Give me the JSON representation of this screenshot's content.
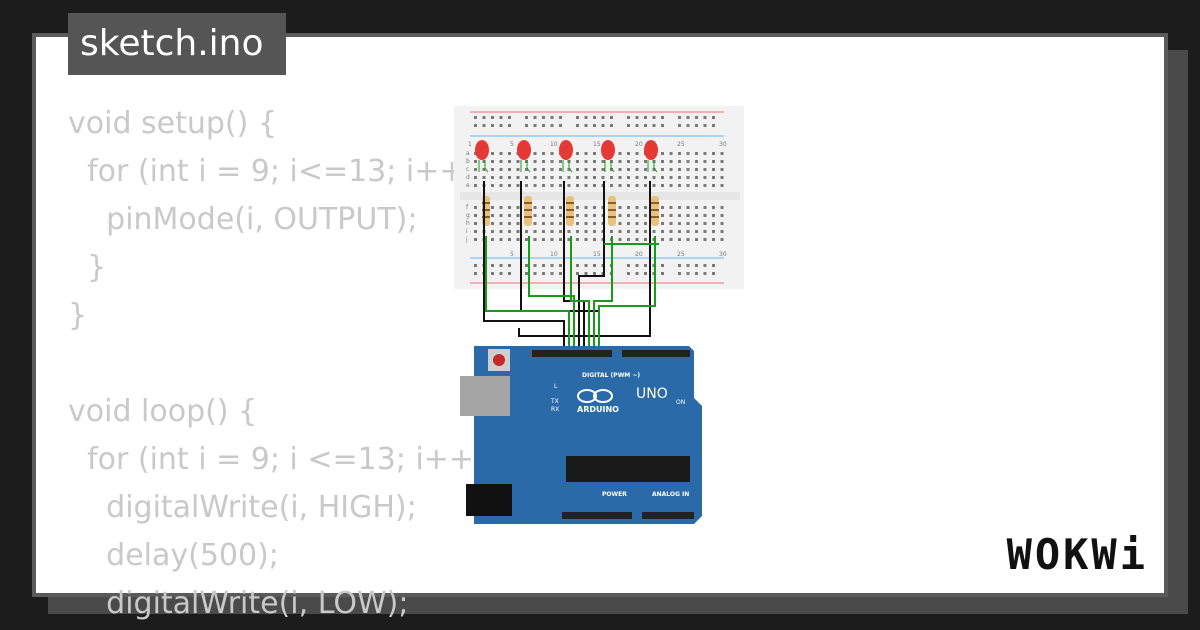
{
  "tab": {
    "title": "sketch.ino"
  },
  "code": {
    "lines": [
      "void setup() {",
      "  for (int i = 9; i<=13; i++){",
      "    pinMode(i, OUTPUT);",
      "  }",
      "}",
      "",
      "void loop() {",
      "  for (int i = 9; i <=13; i++){",
      "    digitalWrite(i, HIGH);",
      "    delay(500);",
      "    digitalWrite(i, LOW);"
    ]
  },
  "breadboard": {
    "column_labels": [
      "1",
      "5",
      "10",
      "15",
      "20",
      "25",
      "30"
    ],
    "row_labels_top": [
      "a",
      "b",
      "c",
      "d",
      "e"
    ],
    "row_labels_bottom": [
      "f",
      "g",
      "h",
      "i",
      "j"
    ]
  },
  "components": {
    "led_count": 5,
    "resistor_count": 5,
    "led_color": "#e53935"
  },
  "arduino": {
    "brand": "ARDUINO",
    "model": "UNO",
    "digital_label": "DIGITAL (PWM ~)",
    "power_label": "POWER",
    "analog_label": "ANALOG IN",
    "on_label": "ON",
    "l_label": "L",
    "tx_label": "TX",
    "rx_label": "RX",
    "board_color": "#2a6aa8"
  },
  "logo": {
    "text": "WOKWi"
  },
  "colors": {
    "code_text": "#c9c9c9",
    "tab_bg": "#555555",
    "wire_green": "#1a9a1a",
    "wire_black": "#111111"
  }
}
